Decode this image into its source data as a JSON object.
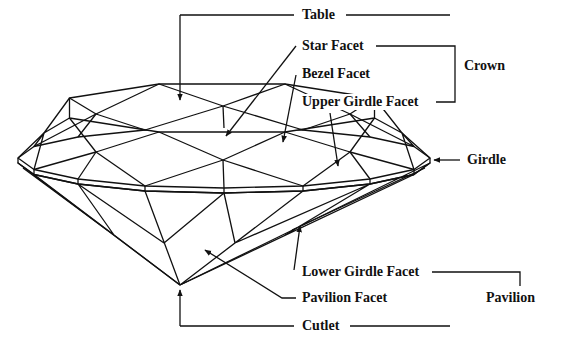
{
  "diagram": {
    "labels": [
      "Table",
      "Star Facet",
      "Bezel Facet",
      "Upper Girdle Facet",
      "Crown",
      "Girdle",
      "Lower Girdle Facet",
      "Pavilion Facet",
      "Pavilion",
      "Cutlet"
    ]
  }
}
